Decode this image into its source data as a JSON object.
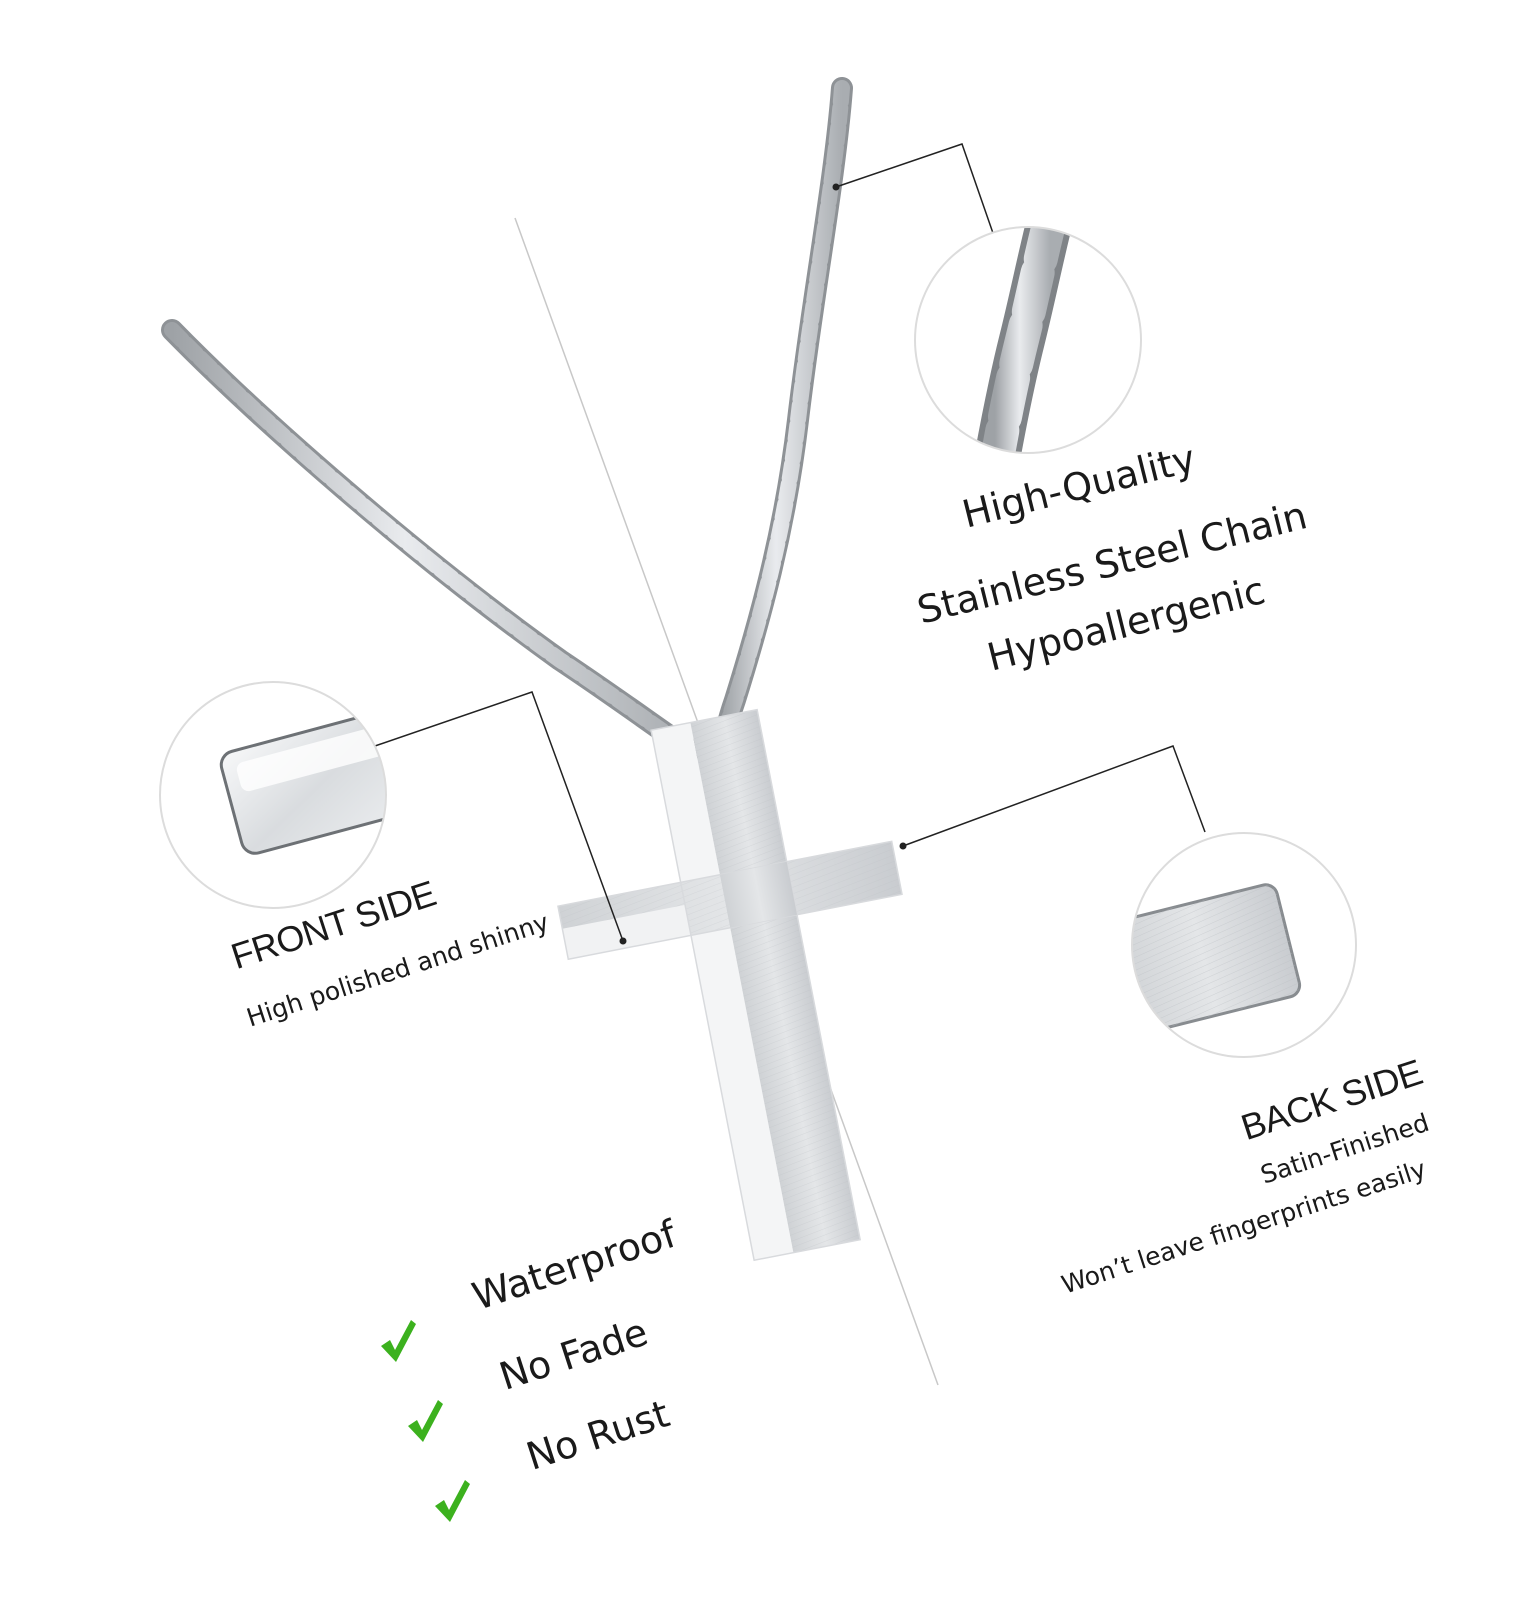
{
  "chain_callout": {
    "line1": "High-Quality",
    "line2": "Stainless Steel Chain",
    "line3": "Hypoallergenic"
  },
  "front_side": {
    "title": "FRONT SIDE",
    "subtitle": "High polished and shinny"
  },
  "back_side": {
    "title": "BACK SIDE",
    "subtitle1": "Satin-Finished",
    "subtitle2": "Won’t leave fingerprints easily"
  },
  "features": [
    {
      "label": "Waterproof"
    },
    {
      "label": "No Fade"
    },
    {
      "label": "No Rust"
    }
  ],
  "colors": {
    "check": "#3cb11e",
    "steel": "#bfc2c6",
    "text": "#1a1a1a"
  }
}
